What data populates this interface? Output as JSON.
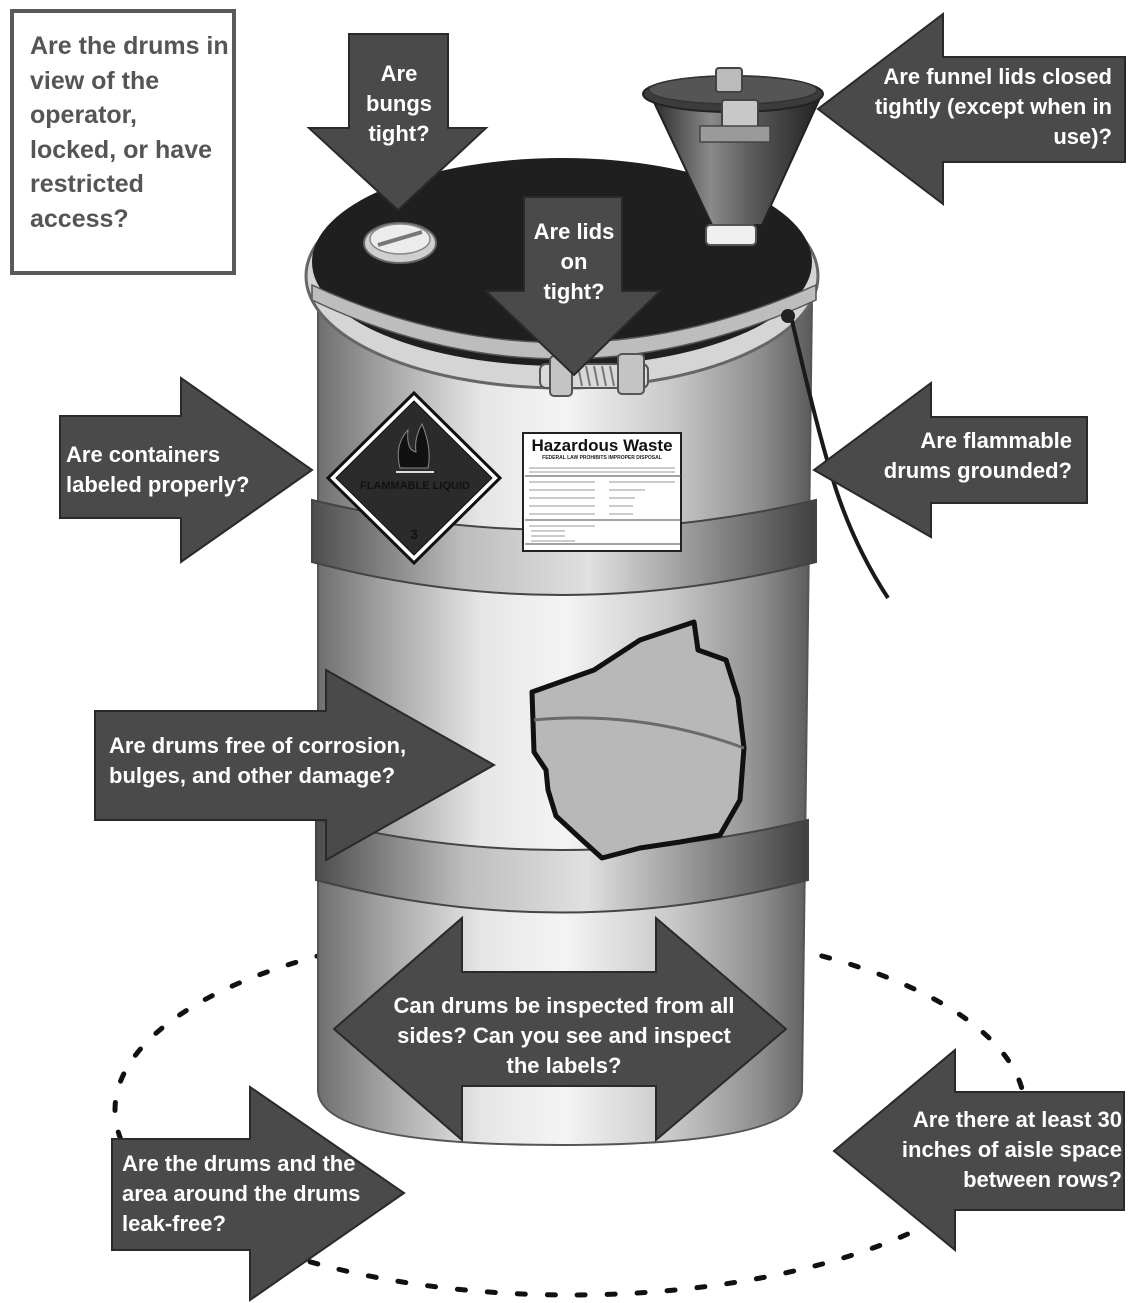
{
  "access_box": {
    "text": "Are the drums in view of the operator, locked, or have restricted access?"
  },
  "callouts": {
    "bungs": "Are bungs tight?",
    "lids": "Are lids on tight?",
    "funnel": "Are funnel lids closed tightly (except when in use)?",
    "labeled": "Are containers labeled properly?",
    "grounded": "Are flammable drums grounded?",
    "corrosion": "Are drums free of corrosion, bulges, and other damage?",
    "inspect": "Can drums be inspected from all sides?  Can you see and inspect the labels?",
    "aisle": "Are there at least 30 inches of aisle space between rows?",
    "leak": "Are the drums and the area around the drums leak-free?"
  },
  "placard": {
    "text": "FLAMMABLE LIQUID",
    "class_number": "3"
  },
  "hazard_label": {
    "title": "Hazardous Waste",
    "subtitle": "FEDERAL LAW PROHIBITS IMPROPER DISPOSAL"
  },
  "colors": {
    "arrow": "#4a4a4a",
    "arrow_stroke": "#2a2a2a",
    "box_border": "#5a5a5a",
    "box_text": "#555555"
  }
}
